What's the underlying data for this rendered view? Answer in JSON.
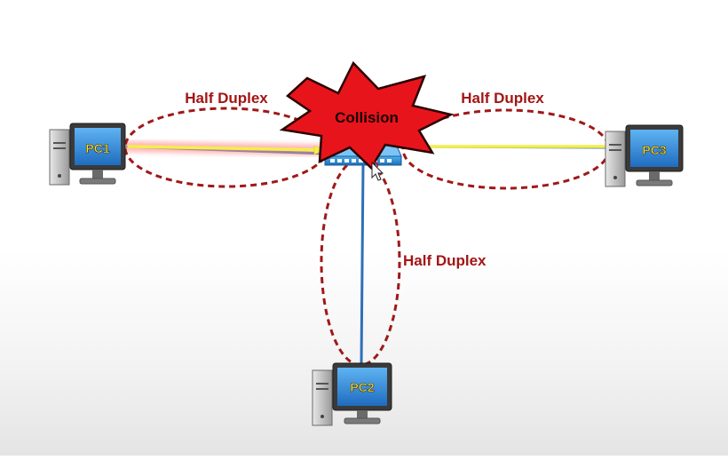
{
  "diagram": {
    "nodes": [
      {
        "id": "pc1",
        "label": "PC1"
      },
      {
        "id": "pc2",
        "label": "PC2"
      },
      {
        "id": "pc3",
        "label": "PC3"
      }
    ],
    "hub": {
      "name": "hub"
    },
    "links": [
      {
        "from": "pc1",
        "to": "hub",
        "mode": "Half Duplex"
      },
      {
        "from": "pc3",
        "to": "hub",
        "mode": "Half Duplex"
      },
      {
        "from": "pc2",
        "to": "hub",
        "mode": "Half Duplex"
      }
    ],
    "event_label": "Collision",
    "colors": {
      "domain_ellipse": "#a01818",
      "label_text": "#a31515",
      "signal": "#f2ee4a",
      "signal_glow": "#ff9a9a",
      "cable": "#2f6fb8",
      "burst_fill": "#e8141c",
      "burst_stroke": "#2a0000",
      "monitor_screen": "#2e86d6",
      "pc_label_text": "#f3e24a",
      "hub_body": "#2b90d9"
    }
  }
}
